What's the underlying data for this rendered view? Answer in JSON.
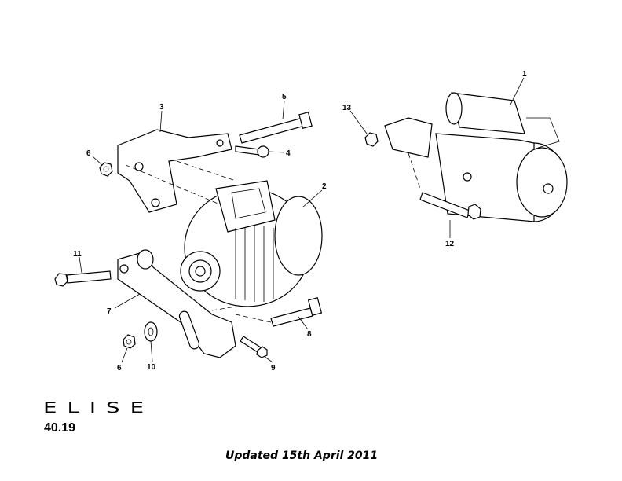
{
  "brand": "ELISE",
  "page_number": "40.19",
  "updated_note": "Updated 15th April 2011",
  "callouts": [
    "1",
    "2",
    "3",
    "4",
    "5",
    "6",
    "7",
    "8",
    "9",
    "10",
    "11",
    "12",
    "13",
    "6"
  ]
}
